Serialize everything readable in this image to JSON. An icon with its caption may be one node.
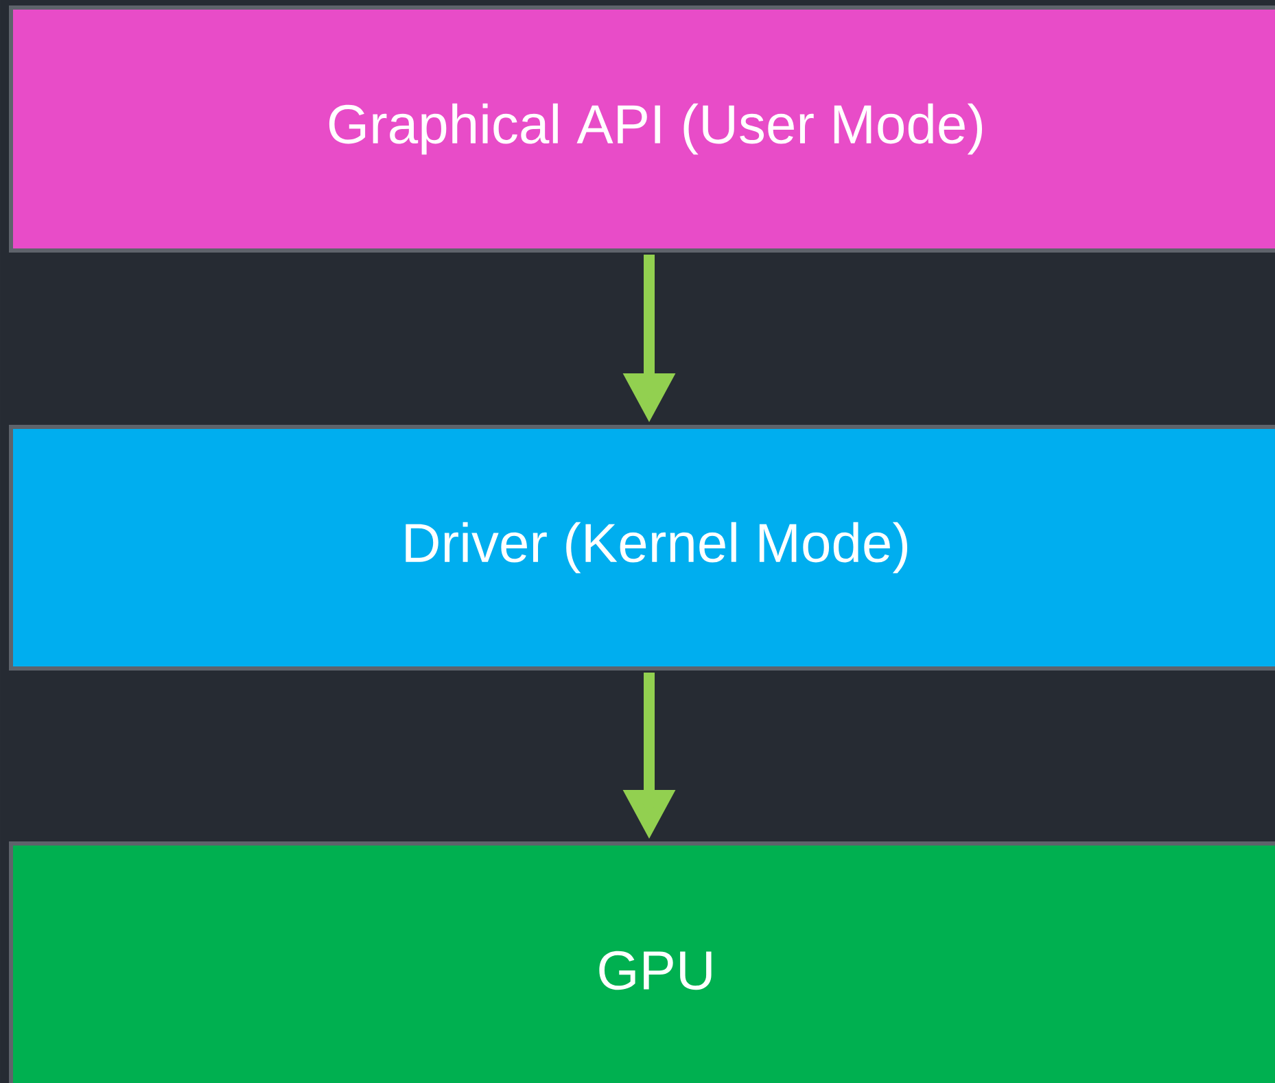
{
  "diagram": {
    "nodes": [
      {
        "text": [
          "Graphical API (User Mode)"
        ]
      },
      {
        "text": [
          "Driver (Kernel Mode)"
        ]
      },
      {
        "text": [
          "GPU"
        ]
      }
    ],
    "edges": [
      {
        "from": 0,
        "to": 1,
        "arrow": "to"
      },
      {
        "from": 1,
        "to": 2,
        "arrow": "to"
      }
    ]
  }
}
